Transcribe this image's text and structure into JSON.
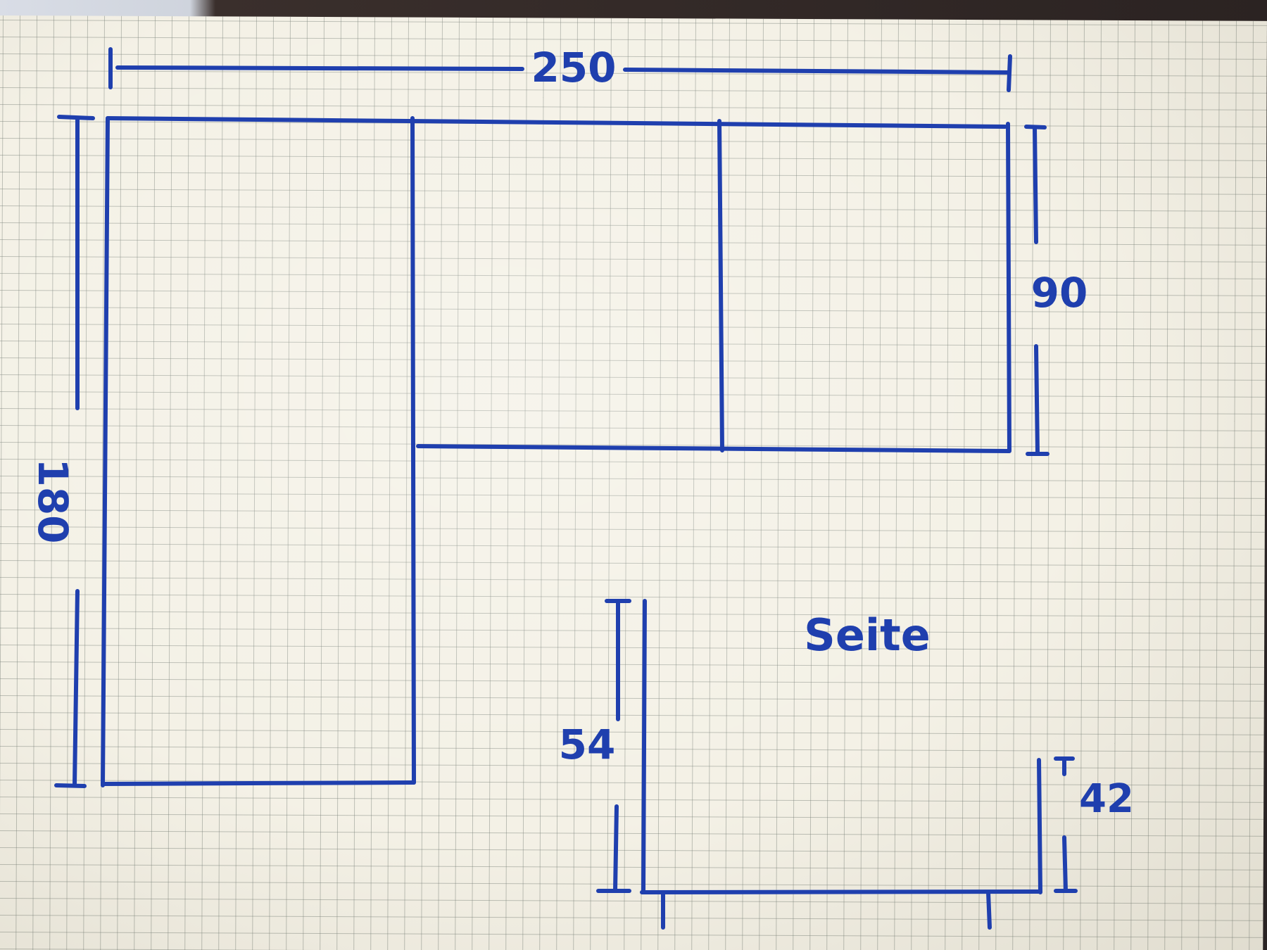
{
  "colors": {
    "ink": "#1f3fae",
    "paper": "#f4f1e6",
    "grid": "#78807a"
  },
  "dimensions": {
    "top_width": "250",
    "left_height": "180",
    "right_height": "90",
    "side_height": "54",
    "side_small": "42"
  },
  "labels": {
    "side_view": "Seite"
  }
}
